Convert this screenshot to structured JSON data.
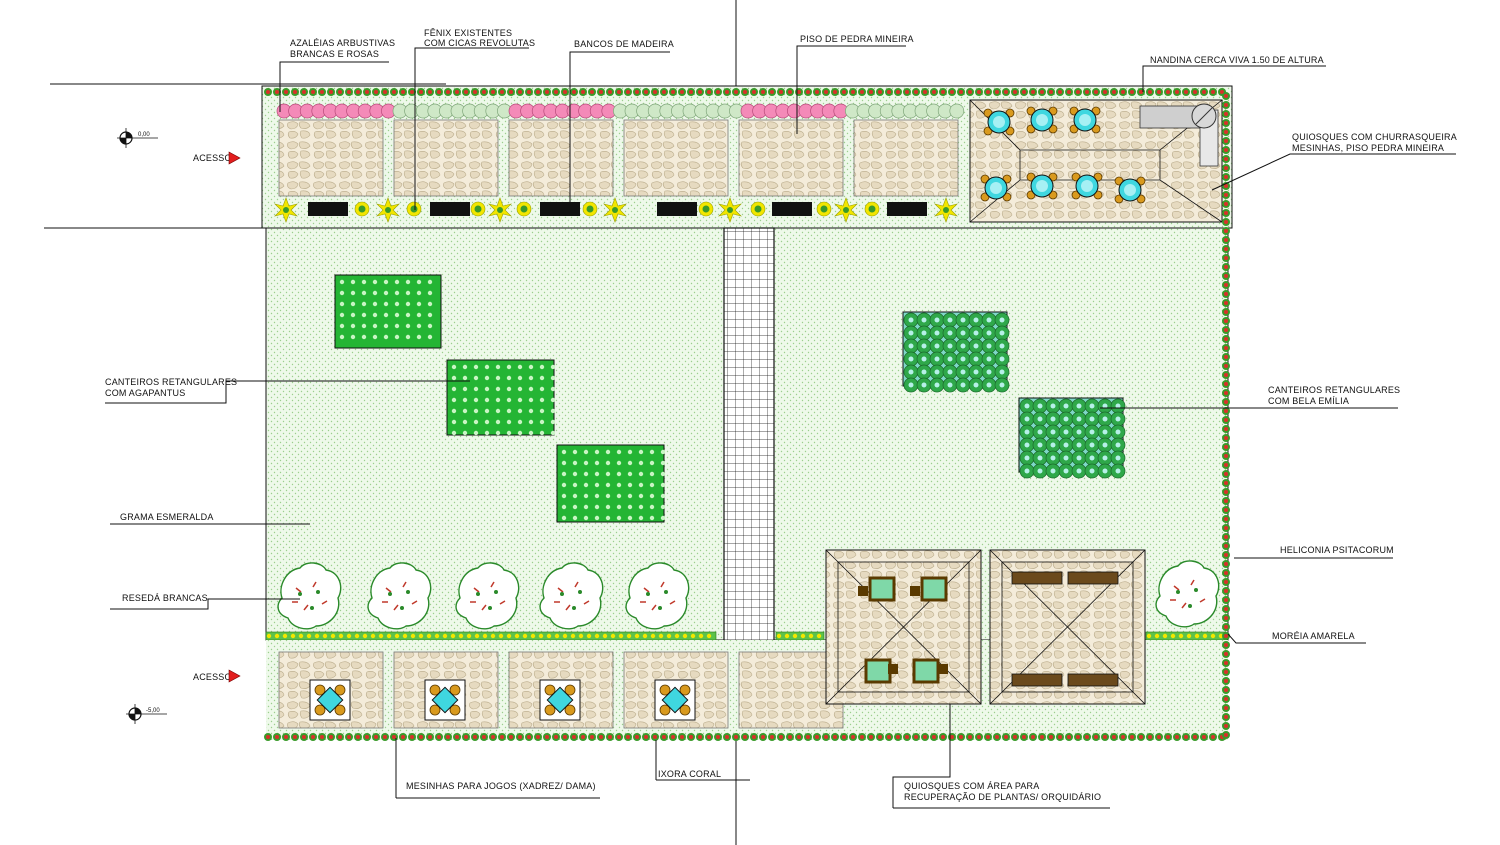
{
  "labels": {
    "azaleias_1": "AZALÉIAS ARBUSTIVAS",
    "azaleias_2": "BRANCAS E ROSAS",
    "fenix_1": "FÊNIX EXISTENTES",
    "fenix_2": "COM CICAS REVOLUTAS",
    "bancos": "BANCOS DE MADEIRA",
    "piso": "PISO DE PEDRA MINEIRA",
    "nandina": "NANDINA CERCA VIVA 1.50 DE ALTURA",
    "quiosques_churr_1": "QUIOSQUES COM CHURRASQUEIRA",
    "quiosques_churr_2": "MESINHAS, PISO PEDRA MINEIRA",
    "agapantus_1": "CANTEIROS RETANGULARES",
    "agapantus_2": "COM AGAPANTUS",
    "bela_emilia_1": "CANTEIROS RETANGULARES",
    "bela_emilia_2": "COM BELA EMÍLIA",
    "grama": "GRAMA ESMERALDA",
    "reseda": "RESEDÁ BRANCAS",
    "heliconia": "HELICONIA PSITACORUM",
    "moreia": "MORÉIA AMARELA",
    "mesinhas": "MESINHAS PARA JOGOS (XADREZ/ DAMA)",
    "ixora": "IXORA CORAL",
    "quiosques_orq_1": "QUIOSQUES COM ÁREA PARA",
    "quiosques_orq_2": "RECUPERAÇÃO DE PLANTAS/ ORQUIDÁRIO",
    "acesso_top": "ACESSO",
    "acesso_bottom": "ACESSO",
    "level_top": "0,00",
    "level_bottom": "-5,00"
  },
  "colors": {
    "grass": "#eaf7e6",
    "border_red": "#d9302a",
    "border_green": "#3a9a2a",
    "azalea_pink": "#f48ab8",
    "cica_green": "#cfe8c7",
    "stone": "#efe6d2",
    "agapantus": "#2fbf3a",
    "bela_emilia": "#7fd8c8",
    "yellow_plant": "#f2e600",
    "bench": "#111111",
    "wood": "#6b4a1c",
    "table_cyan": "#3fd7e0",
    "arrow_red": "#e21e1e"
  },
  "icons": {
    "arrow": "red-arrow-icon",
    "level": "level-marker-icon"
  }
}
